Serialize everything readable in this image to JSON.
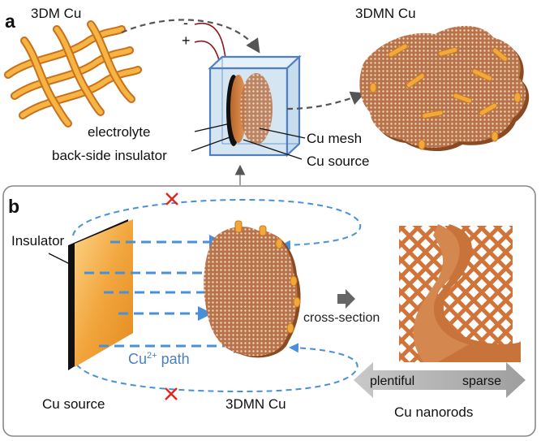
{
  "panel_a": {
    "label": "a",
    "mesh_title": "3DM Cu",
    "product_title": "3DMN Cu",
    "polarity_minus": "-",
    "polarity_plus": "+",
    "callouts": {
      "electrolyte": "electrolyte",
      "insulator": "back-side insulator",
      "mesh": "Cu mesh",
      "source": "Cu source"
    }
  },
  "panel_b": {
    "label": "b",
    "insulator": "Insulator",
    "ion_path_base": "Cu",
    "ion_path_sup": "2+",
    "ion_path_tail": " path",
    "source": "Cu source",
    "product": "3DMN Cu",
    "cross_section": "cross-section",
    "gradient_left": "plentiful",
    "gradient_right": "sparse",
    "nanorods": "Cu nanorods"
  },
  "colors": {
    "copper": "#c8733a",
    "wire": "#e69a2e",
    "path_blue": "#4a90d9",
    "cross_red": "#e0261f",
    "box_blue": "#4f7fc2",
    "arrow_gray": "#b5b5b5"
  }
}
